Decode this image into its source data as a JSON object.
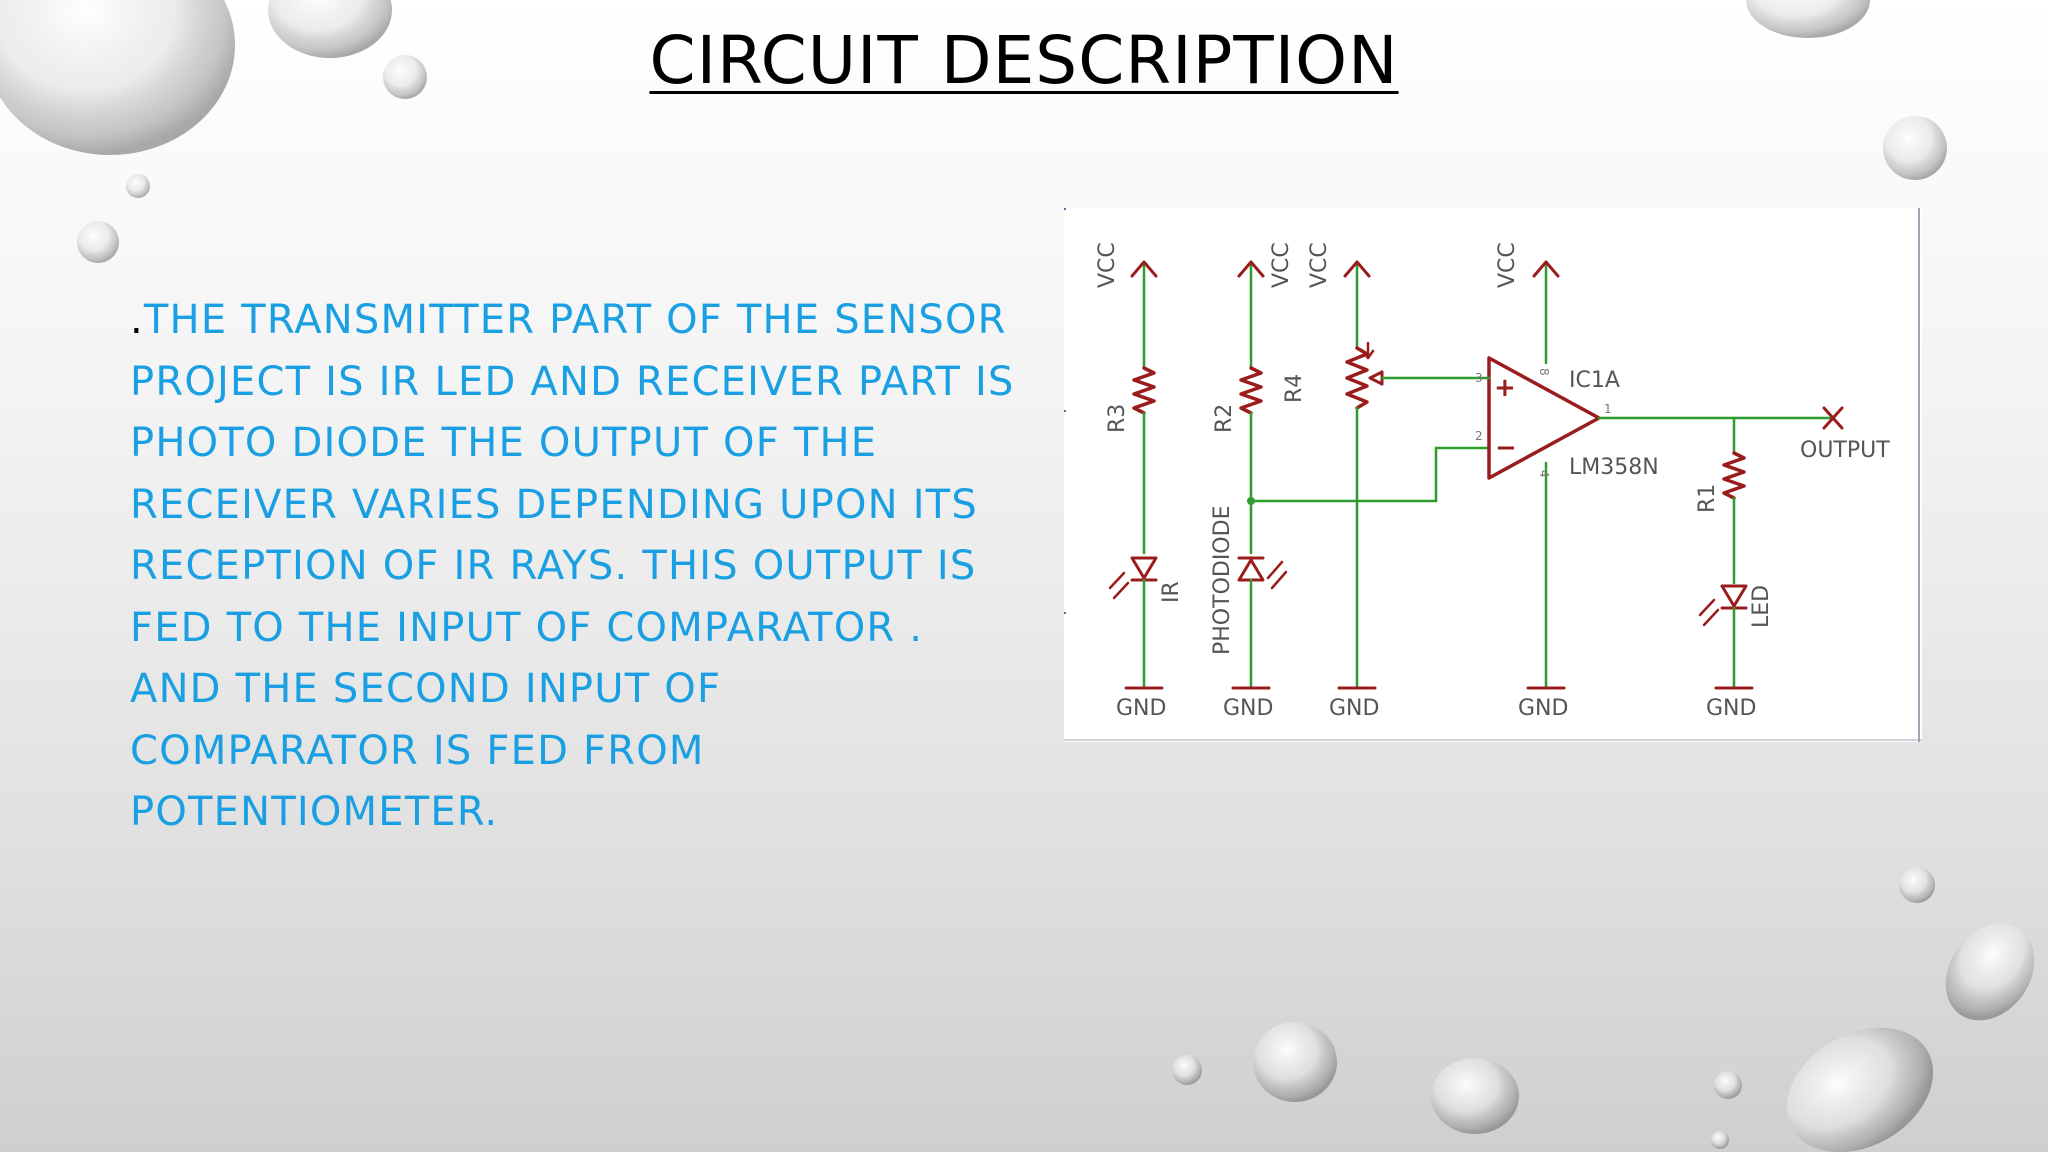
{
  "slide": {
    "title": "CIRCUIT DESCRIPTION",
    "bullet_prefix": ".",
    "paragraph_lines": [
      "THE TRANSMITTER PART OF THE SENSOR",
      "PROJECT IS IR LED AND RECEIVER PART IS",
      "PHOTO DIODE THE OUTPUT OF THE",
      "RECEIVER VARIES DEPENDING UPON ITS",
      "RECEPTION OF IR RAYS. THIS OUTPUT IS",
      "FED TO THE INPUT OF COMPARATOR .",
      "AND THE SECOND INPUT OF",
      "COMPARATOR IS FED FROM",
      "POTENTIOMETER."
    ],
    "colors": {
      "text_accent": "#1aa0e2",
      "wire": "#2e9c2e",
      "component": "#9b1c1c",
      "label": "#555555"
    }
  },
  "schematic": {
    "vcc": "VCC",
    "gnd": "GND",
    "r1": "R1",
    "r2": "R2",
    "r3": "R3",
    "r4": "R4",
    "ir": "IR",
    "photodiode": "PHOTODIODE",
    "led": "LED",
    "ic": "IC1A",
    "ic_part": "LM358N",
    "output": "OUTPUT",
    "pin_plus": "3",
    "pin_minus": "2",
    "pin_out": "1",
    "pin_vcc": "8",
    "pin_gnd": "4",
    "plus_sign": "+",
    "minus_sign": "−"
  }
}
